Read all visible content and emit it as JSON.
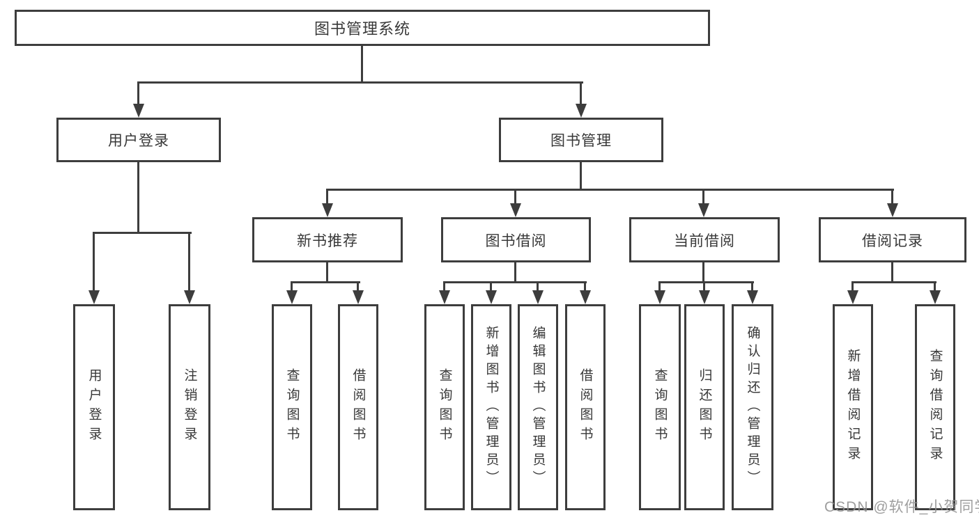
{
  "diagram": {
    "root": {
      "label": "图书管理系统"
    },
    "level2": [
      {
        "label": "用户登录"
      },
      {
        "label": "图书管理"
      }
    ],
    "level3": [
      {
        "label": "新书推荐"
      },
      {
        "label": "图书借阅"
      },
      {
        "label": "当前借阅"
      },
      {
        "label": "借阅记录"
      }
    ],
    "leaves": [
      {
        "label": "用户登录"
      },
      {
        "label": "注销登录"
      },
      {
        "label": "查询图书"
      },
      {
        "label": "借阅图书"
      },
      {
        "label": "查询图书"
      },
      {
        "label": "新增图书（管理员）"
      },
      {
        "label": "编辑图书（管理员）"
      },
      {
        "label": "借阅图书"
      },
      {
        "label": "查询图书"
      },
      {
        "label": "归还图书"
      },
      {
        "label": "确认归还（管理员）"
      },
      {
        "label": "新增借阅记录"
      },
      {
        "label": "查询借阅记录"
      }
    ],
    "colors": {
      "line": "#3d3d3d",
      "text": "#383838",
      "background": "#ffffff"
    }
  },
  "watermark": {
    "text": "CSDN @软件_小贺同学",
    "color": "#919191"
  }
}
